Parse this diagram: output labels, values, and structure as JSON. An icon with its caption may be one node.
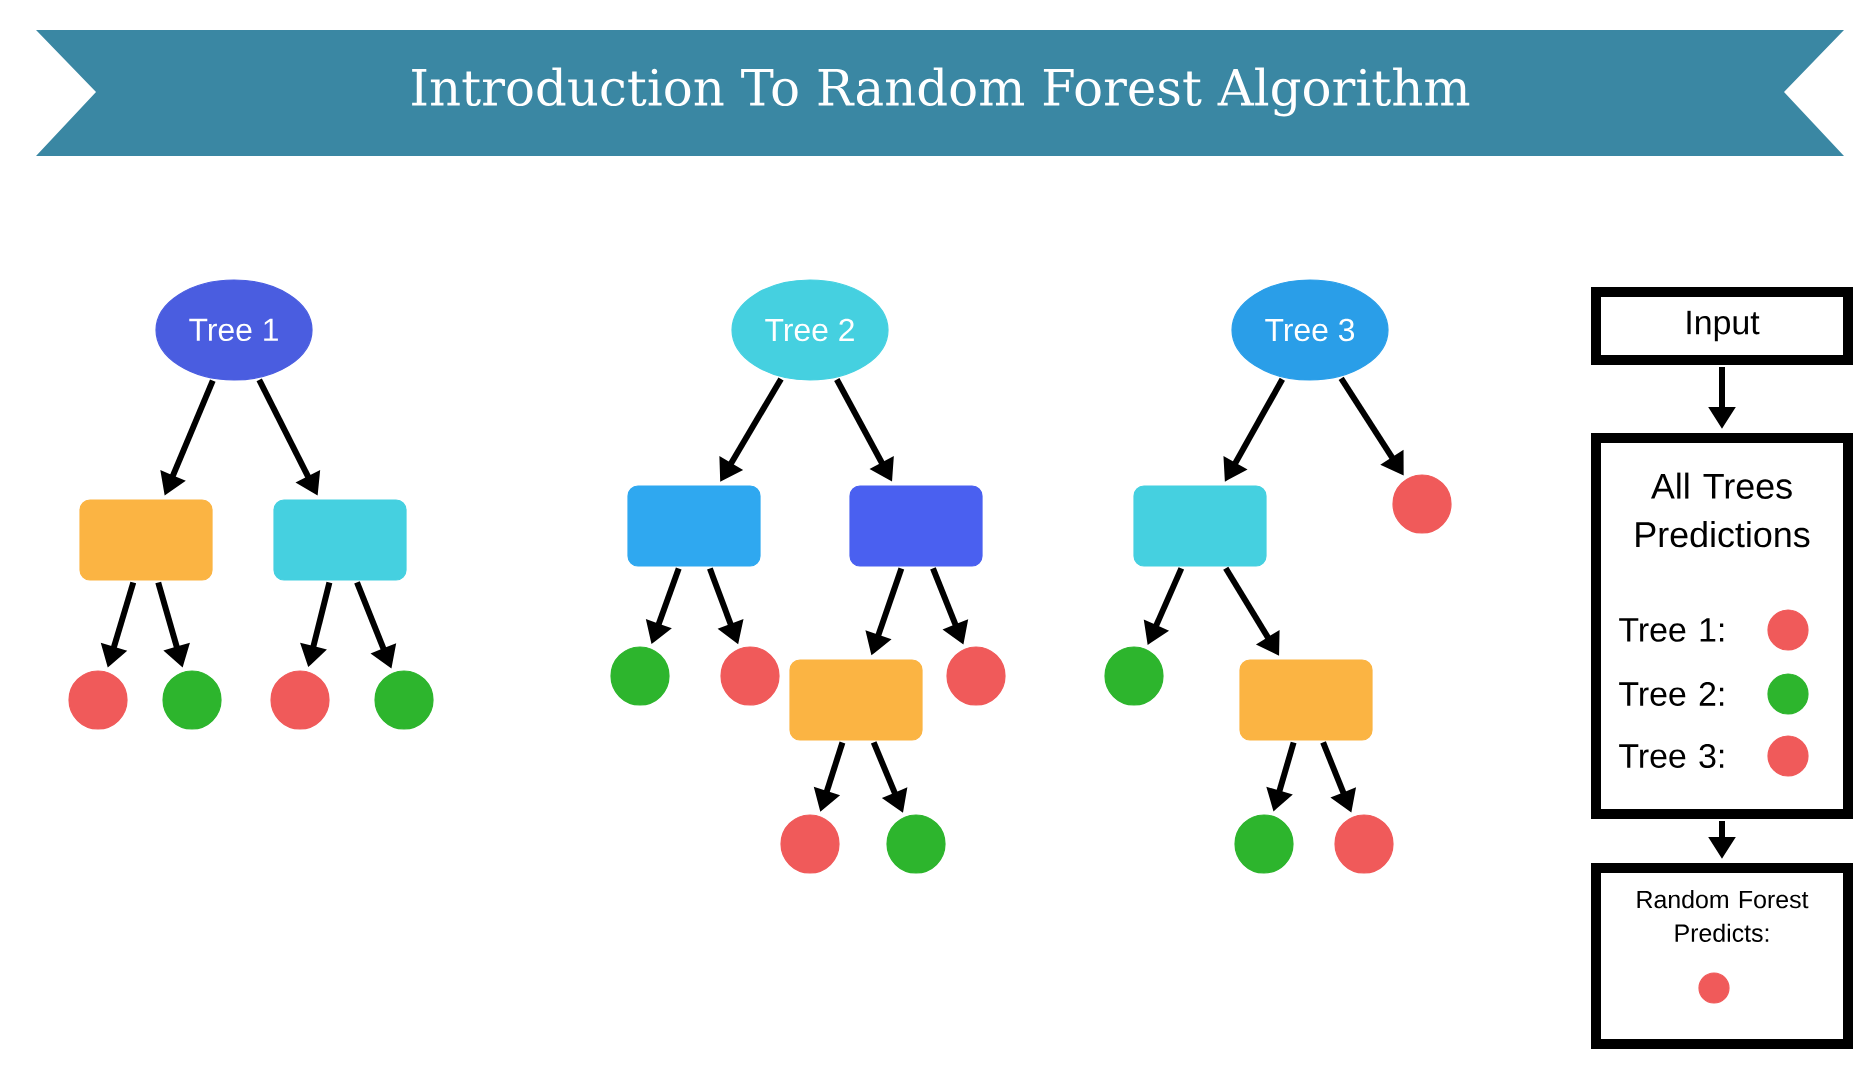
{
  "diagram": {
    "title": "Introduction To Random Forest Algorithm",
    "nodes": [
      {
        "text": [
          "Tree 1"
        ]
      },
      {
        "text": [],
        "shape": "box"
      },
      {
        "text": [],
        "shape": "box"
      },
      {
        "text": [],
        "shape": "circle"
      },
      {
        "text": [],
        "shape": "circle"
      },
      {
        "text": [],
        "shape": "circle"
      },
      {
        "text": [],
        "shape": "circle"
      },
      {
        "text": [
          "Tree 2"
        ]
      },
      {
        "text": [],
        "shape": "box"
      },
      {
        "text": [],
        "shape": "box"
      },
      {
        "text": [],
        "shape": "circle"
      },
      {
        "text": [],
        "shape": "circle"
      },
      {
        "text": [],
        "shape": "box"
      },
      {
        "text": [],
        "shape": "circle"
      },
      {
        "text": [],
        "shape": "circle"
      },
      {
        "text": [],
        "shape": "circle"
      },
      {
        "text": [
          "Tree 3"
        ]
      },
      {
        "text": [],
        "shape": "box"
      },
      {
        "text": [],
        "shape": "circle"
      },
      {
        "text": [],
        "shape": "circle"
      },
      {
        "text": [],
        "shape": "box"
      },
      {
        "text": [],
        "shape": "circle"
      },
      {
        "text": [],
        "shape": "circle"
      },
      {
        "text": [
          "Input"
        ]
      },
      {
        "text": [
          "All Trees Predictions",
          "Tree 1:",
          "Tree 2:",
          "Tree 3:"
        ]
      },
      {
        "text": [],
        "shape": "circle",
        "in": 24
      },
      {
        "text": [],
        "shape": "circle",
        "in": 24
      },
      {
        "text": [],
        "shape": "circle",
        "in": 24
      },
      {
        "text": [
          "Random Forest Predicts:"
        ]
      },
      {
        "text": [],
        "shape": "circle",
        "in": 28
      }
    ],
    "edges": [
      {
        "from": 0,
        "to": 1,
        "arrow": "to"
      },
      {
        "from": 0,
        "to": 2,
        "arrow": "to"
      },
      {
        "from": 1,
        "to": 3,
        "arrow": "to"
      },
      {
        "from": 1,
        "to": 4,
        "arrow": "to"
      },
      {
        "from": 2,
        "to": 5,
        "arrow": "to"
      },
      {
        "from": 2,
        "to": 6,
        "arrow": "to"
      },
      {
        "from": 7,
        "to": 8,
        "arrow": "to"
      },
      {
        "from": 7,
        "to": 9,
        "arrow": "to"
      },
      {
        "from": 8,
        "to": 10,
        "arrow": "to"
      },
      {
        "from": 8,
        "to": 11,
        "arrow": "to"
      },
      {
        "from": 9,
        "to": 12,
        "arrow": "to"
      },
      {
        "from": 9,
        "to": 13,
        "arrow": "to"
      },
      {
        "from": 12,
        "to": 14,
        "arrow": "to"
      },
      {
        "from": 12,
        "to": 15,
        "arrow": "to"
      },
      {
        "from": 16,
        "to": 17,
        "arrow": "to"
      },
      {
        "from": 16,
        "to": 18,
        "arrow": "to"
      },
      {
        "from": 17,
        "to": 19,
        "arrow": "to"
      },
      {
        "from": 17,
        "to": 20,
        "arrow": "to"
      },
      {
        "from": 20,
        "to": 21,
        "arrow": "to"
      },
      {
        "from": 20,
        "to": 22,
        "arrow": "to"
      },
      {
        "from": 23,
        "to": 24,
        "arrow": "to"
      },
      {
        "from": 24,
        "to": 28,
        "arrow": "to"
      }
    ]
  }
}
